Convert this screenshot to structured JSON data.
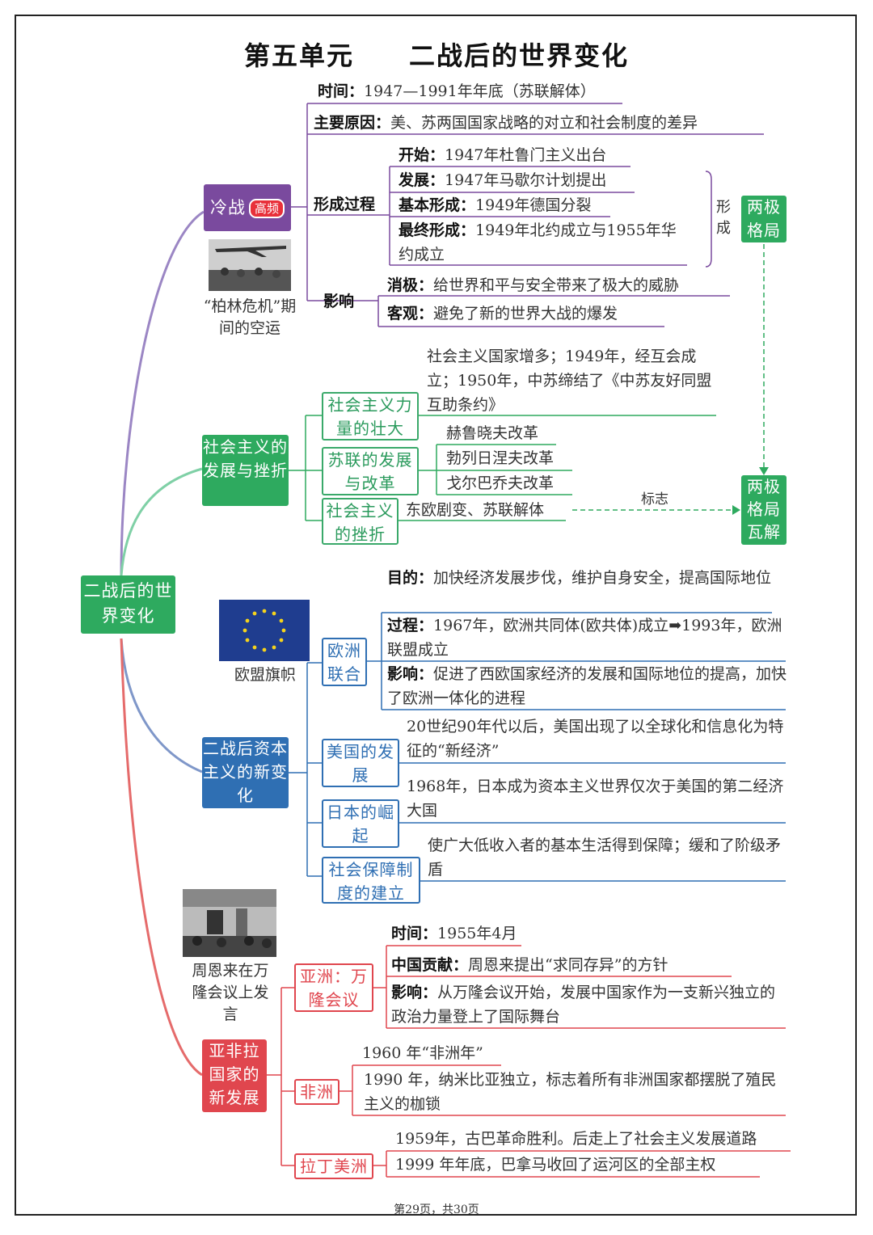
{
  "title": "第五单元　　二战后的世界变化",
  "footer": "第29页，共30页",
  "root": "二战后的世界变化",
  "cold_war": {
    "label": "冷战",
    "badge": "高频",
    "caption": "“柏林危机”期间的空运",
    "time_label": "时间：",
    "time": "1947—1991年年底（苏联解体）",
    "cause_label": "主要原因：",
    "cause": "美、苏两国国家战略的对立和社会制度的差异",
    "process_label": "形成过程",
    "steps": [
      {
        "label": "开始：",
        "text": "1947年杜鲁门主义出台"
      },
      {
        "label": "发展：",
        "text": "1947年马歇尔计划提出"
      },
      {
        "label": "基本形成：",
        "text": "1949年德国分裂"
      },
      {
        "label": "最终形成：",
        "text": "1949年北约成立与1955年华约成立"
      }
    ],
    "formed_label": "形成",
    "bipolar": "两极格局",
    "impact_label": "影响",
    "impact_neg_label": "消极：",
    "impact_neg": "给世界和平与安全带来了极大的威胁",
    "impact_obj_label": "客观：",
    "impact_obj": "避免了新的世界大战的爆发"
  },
  "socialism": {
    "label": "社会主义的发展与挫折",
    "growth_label": "社会主义力量的壮大",
    "growth": "社会主义国家增多；1949年，经互会成立；1950年，中苏缔结了《中苏友好同盟互助条约》",
    "reform_label": "苏联的发展与改革",
    "reforms": [
      "赫鲁晓夫改革",
      "勃列日涅夫改革",
      "戈尔巴乔夫改革"
    ],
    "setback_label": "社会主义的挫折",
    "setback": "东欧剧变、苏联解体",
    "mark_label": "标志",
    "collapse": "两极格局瓦解"
  },
  "capitalism": {
    "label": "二战后资本主义的新变化",
    "eu_caption": "欧盟旗帜",
    "eu_label": "欧洲联合",
    "eu_purpose_label": "目的：",
    "eu_purpose": "加快经济发展步伐，维护自身安全，提高国际地位",
    "eu_process_label": "过程：",
    "eu_process": "1967年，欧洲共同体(欧共体)成立➡1993年，欧洲联盟成立",
    "eu_impact_label": "影响：",
    "eu_impact": "促进了西欧国家经济的发展和国际地位的提高，加快了欧洲一体化的进程",
    "us_label": "美国的发展",
    "us": "20世纪90年代以后，美国出现了以全球化和信息化为特征的“新经济”",
    "jp_label": "日本的崛起",
    "jp": "1968年，日本成为资本主义世界仅次于美国的第二经济大国",
    "ss_label": "社会保障制度的建立",
    "ss": "使广大低收入者的基本生活得到保障；缓和了阶级矛盾"
  },
  "afro_latin": {
    "label": "亚非拉国家的新发展",
    "caption": "周恩来在万隆会议上发言",
    "asia_label": "亚洲：万隆会议",
    "asia_time_label": "时间：",
    "asia_time": "1955年4月",
    "asia_contrib_label": "中国贡献：",
    "asia_contrib": "周恩来提出“求同存异”的方针",
    "asia_impact_label": "影响：",
    "asia_impact": "从万隆会议开始，发展中国家作为一支新兴独立的政治力量登上了国际舞台",
    "africa_label": "非洲",
    "africa": [
      "1960 年“非洲年”",
      "1990 年，纳米比亚独立，标志着所有非洲国家都摆脱了殖民主义的枷锁"
    ],
    "latin_label": "拉丁美洲",
    "latin": [
      "1959年，古巴革命胜利。后走上了社会主义发展道路",
      "1999 年年底，巴拿马收回了运河区的全部主权"
    ]
  },
  "colors": {
    "purple": "#7a4a9e",
    "green": "#2eaa5f",
    "blue": "#2f6fb3",
    "red": "#e0464e"
  }
}
